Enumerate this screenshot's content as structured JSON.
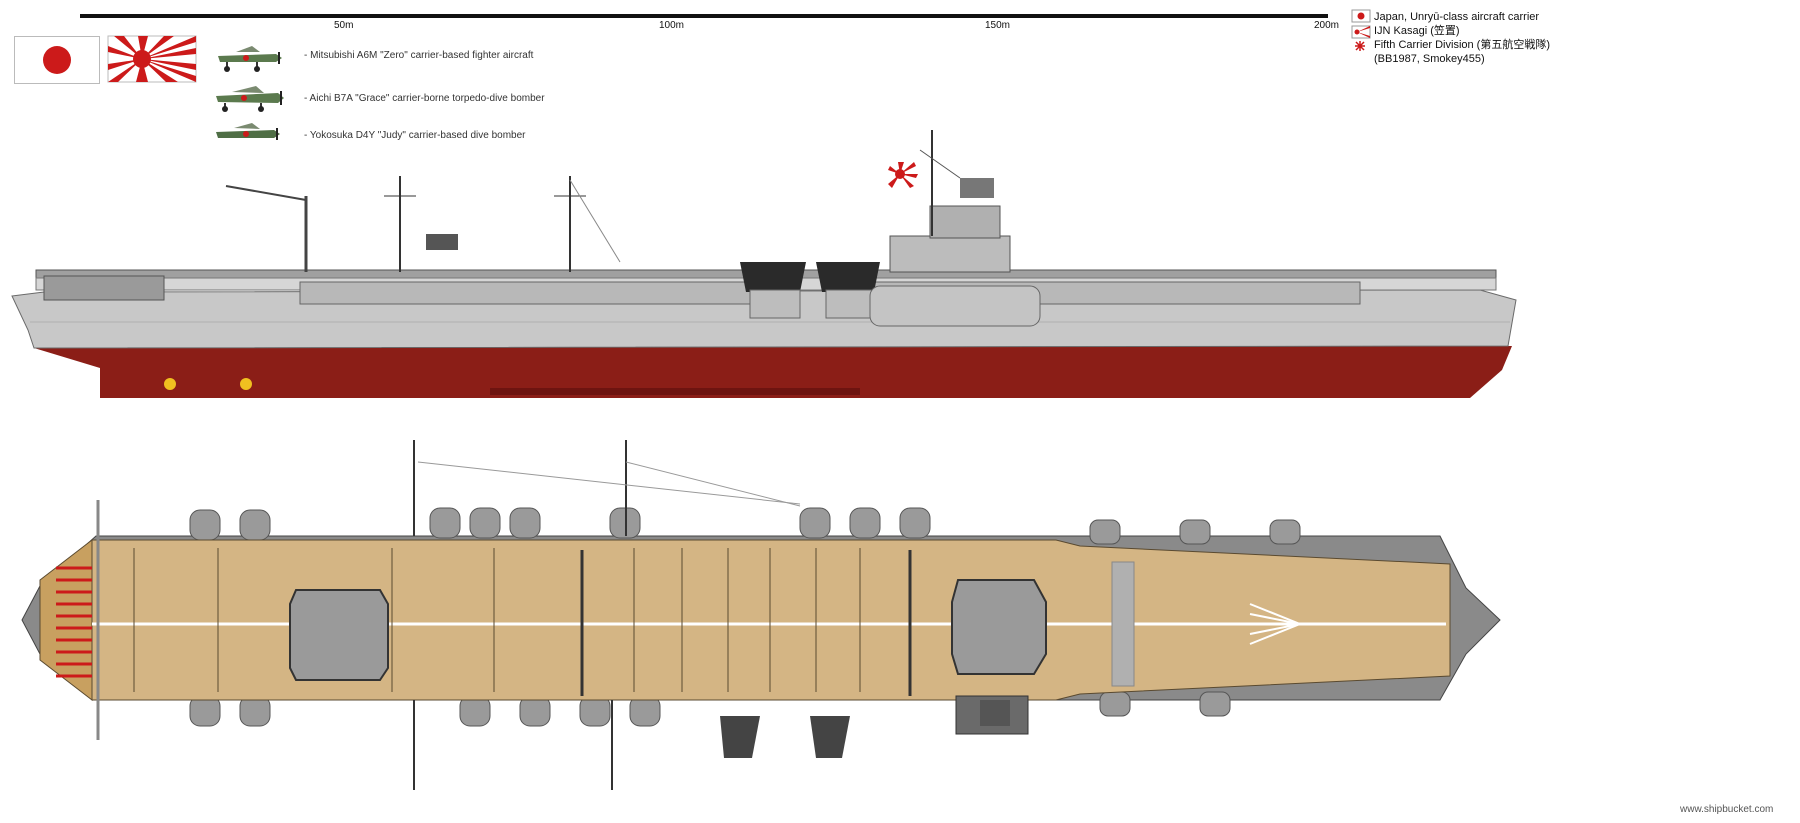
{
  "scale": {
    "labels": [
      "50m",
      "100m",
      "150m",
      "200m"
    ]
  },
  "aircraft": [
    {
      "label": "- Mitsubishi A6M \"Zero\" carrier-based fighter aircraft",
      "icon": "fighter-plane-icon"
    },
    {
      "label": "- Aichi B7A \"Grace\"  carrier-borne torpedo-dive bomber",
      "icon": "torpedo-bomber-icon"
    },
    {
      "label": "- Yokosuka D4Y \"Judy\" carrier-based dive bomber",
      "icon": "dive-bomber-icon"
    }
  ],
  "info": {
    "line1": "Japan, Unryū-class aircraft carrier",
    "line2": "IJN Kasagi (笠置)",
    "line3": " Fifth Carrier Division (第五航空戦隊)",
    "line4": "(BB1987, Smokey455)"
  },
  "credit": "www.shipbucket.com",
  "colors": {
    "hull_grey": "#c8c8c8",
    "hull_red": "#8b1e17",
    "deck_wood": "#d4b584",
    "flag_red": "#cc1a1a",
    "dark_grey": "#5a5a5a"
  }
}
